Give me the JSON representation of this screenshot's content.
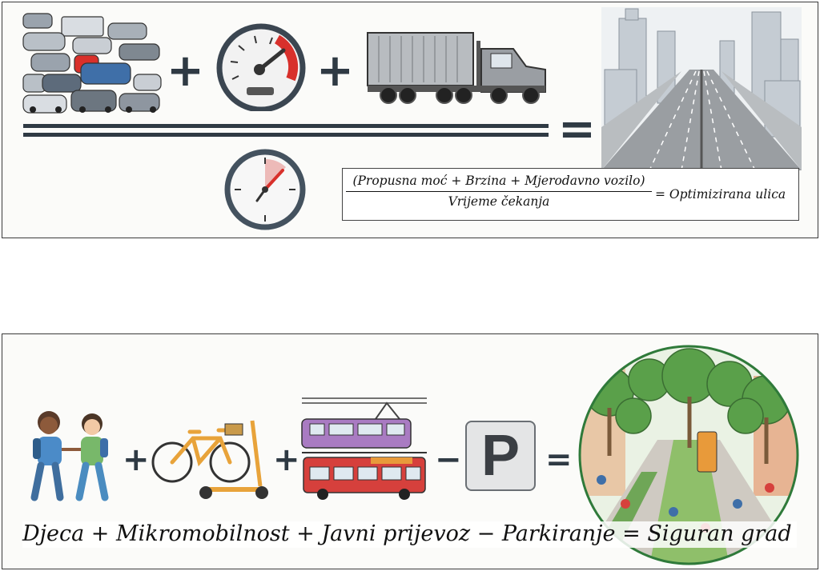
{
  "top_formula": {
    "numerator": "(Propusna moć + Brzina + Mjerodavno vozilo)",
    "denominator": "Vrijeme čekanja",
    "result": "= Optimizirana ulica"
  },
  "top_operators": {
    "plus1": "+",
    "plus2": "+",
    "equals": "="
  },
  "bottom_operators": {
    "plus1": "+",
    "plus2": "+",
    "minus": "−",
    "equals": "="
  },
  "parking_sign": {
    "letter": "P"
  },
  "bottom_formula": "Djeca + Mikromobilnost + Javni prijevoz  − Parkiranje = Siguran grad",
  "colors": {
    "accent_red": "#d8302b",
    "tram_purple": "#a97bc2",
    "bus_red": "#d6403c",
    "bike_orange": "#e8a33a",
    "panel_border": "#3a3a3a"
  }
}
